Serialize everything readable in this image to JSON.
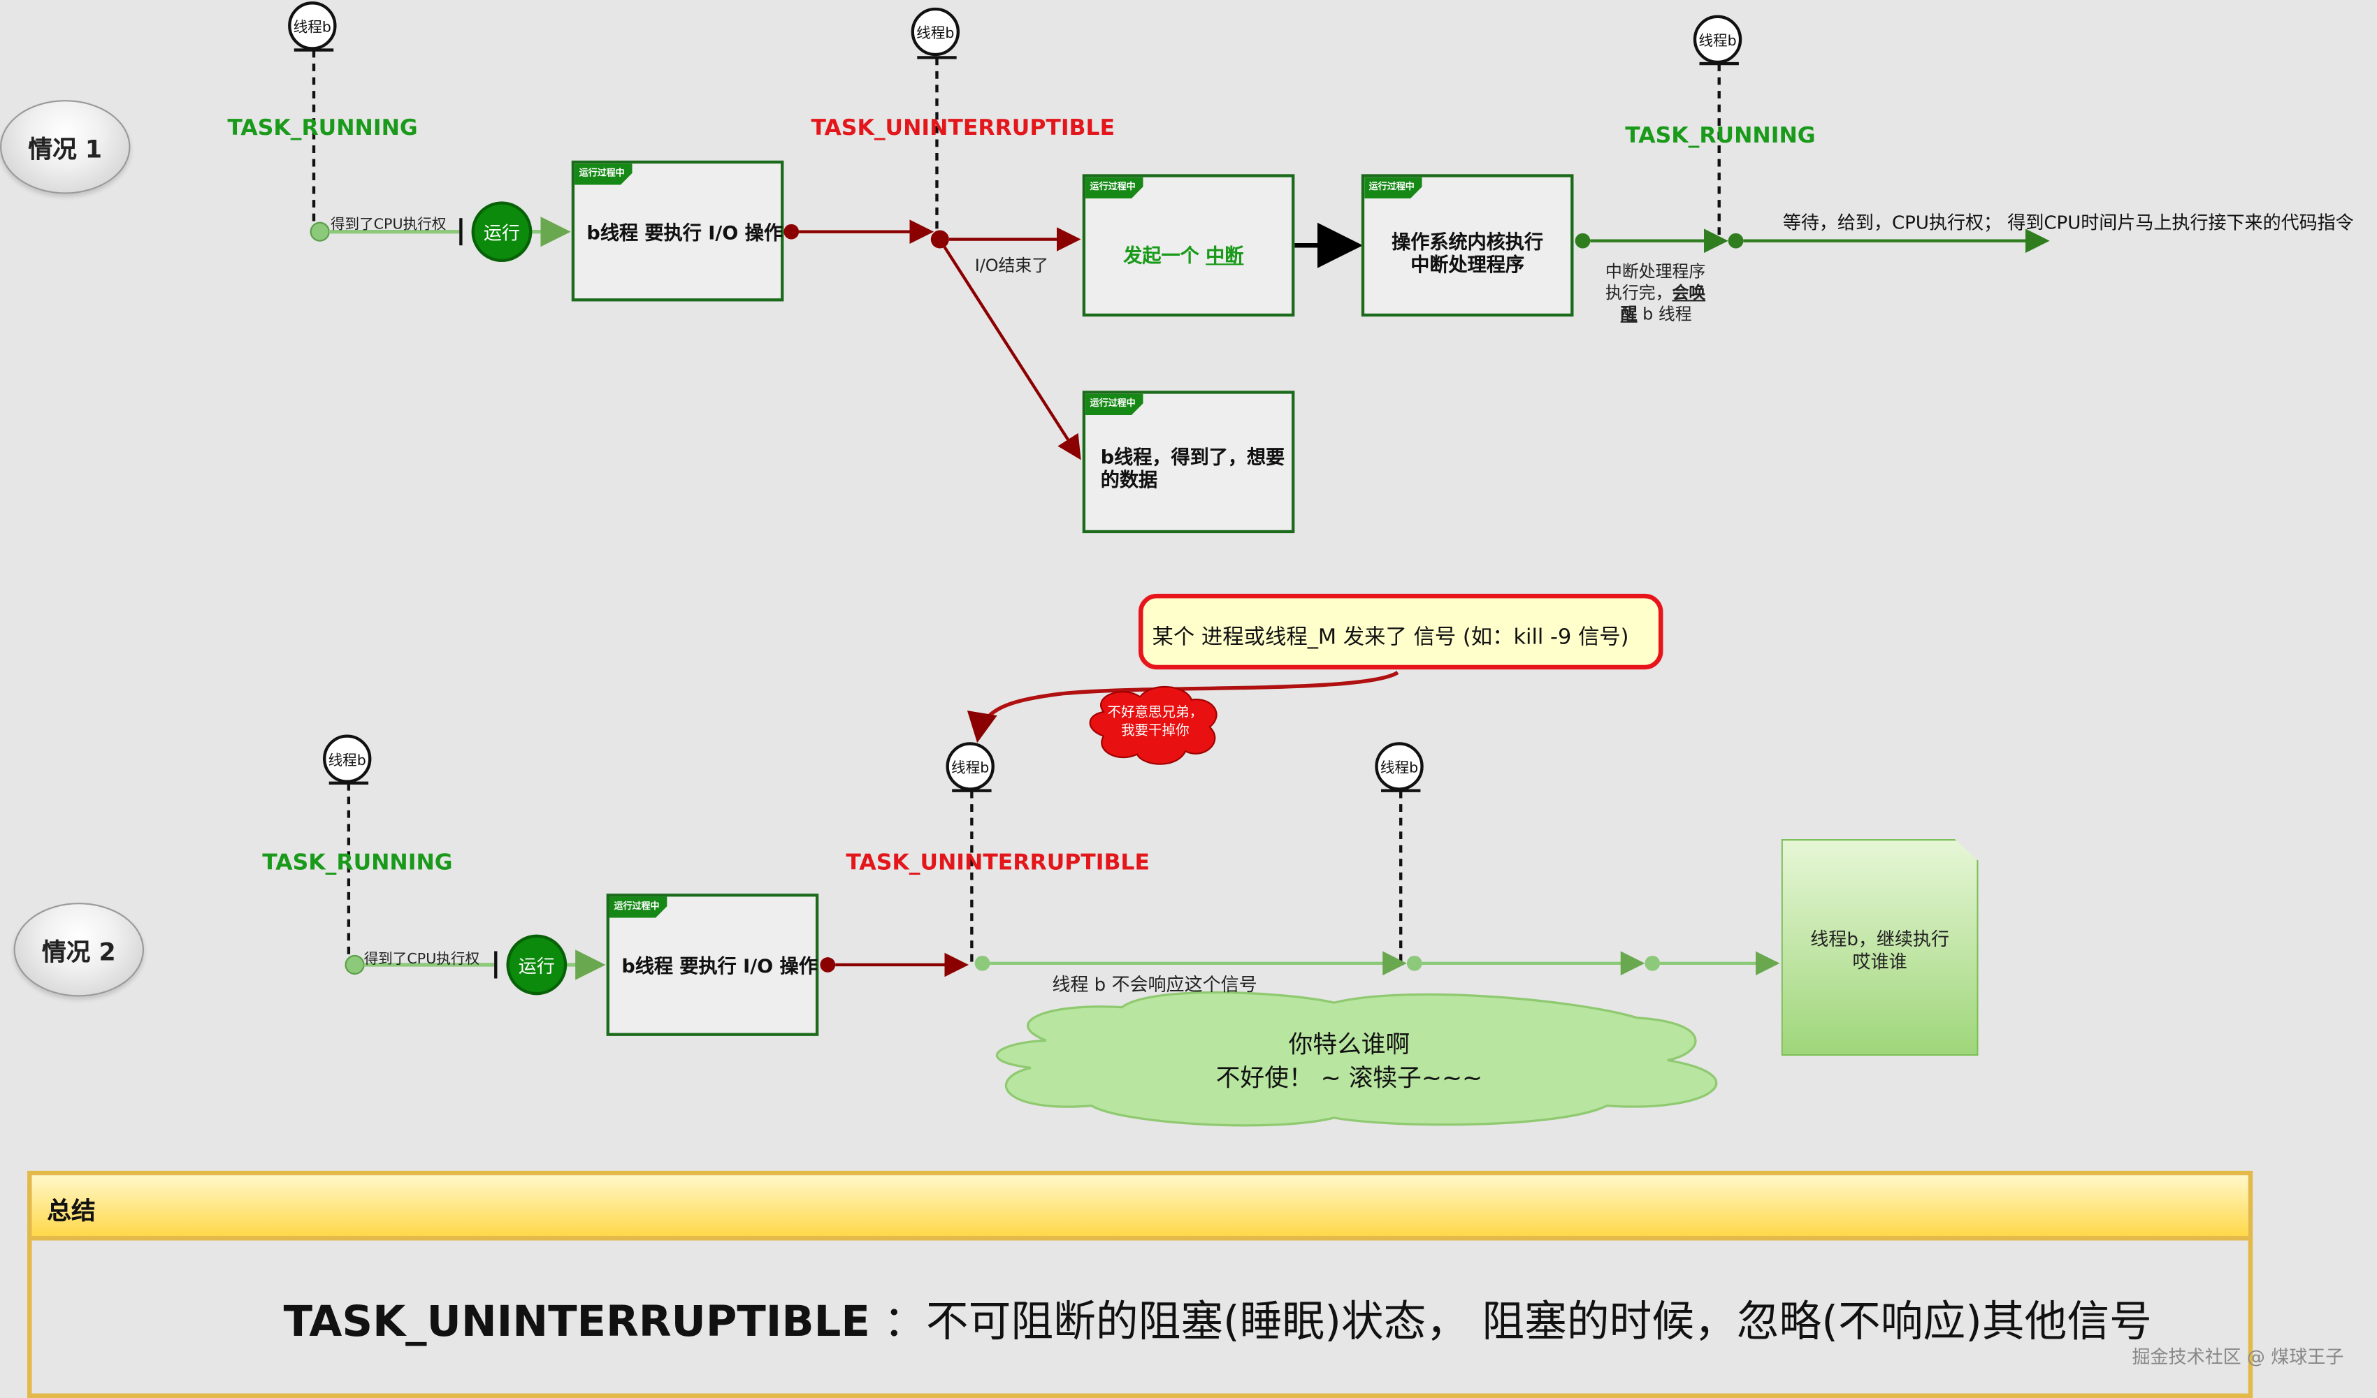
{
  "case1": {
    "label": "情况 1",
    "thread_b": "线程b",
    "state_running": "TASK_RUNNING",
    "state_uninterruptible": "TASK_UNINTERRUPTIBLE",
    "got_cpu": "得到了CPU执行权",
    "run_label": "运行",
    "tag": "运行过程中",
    "box_io": "b线程 要执行 I/O 操作",
    "io_done": "I/O结束了",
    "box_interrupt_prefix": "发起一个 ",
    "box_interrupt_link": "中断",
    "box_kernel_line1": "操作系统内核执行",
    "box_kernel_line2": "中断处理程序",
    "box_data_line1": "b线程，得到了，想要",
    "box_data_line2": "的数据",
    "handler_line1": "中断处理程序",
    "handler_line2_prefix": "执行完，",
    "handler_line2_bold": "会唤",
    "handler_line3_bold": "醒",
    "handler_line3_suffix": " b 线程",
    "wait_text": "等待，给到，CPU执行权； 得到CPU时间片马上执行接下来的代码指令"
  },
  "case2": {
    "label": "情况 2",
    "thread_b": "线程b",
    "state_running": "TASK_RUNNING",
    "state_uninterruptible": "TASK_UNINTERRUPTIBLE",
    "got_cpu": "得到了CPU执行权",
    "run_label": "运行",
    "tag": "运行过程中",
    "box_io": "b线程 要执行 I/O 操作",
    "signal": "某个 进程或线程_M   发来了 信号 (如：kill -9  信号)",
    "explosion_line1": "不好意思兄弟，",
    "explosion_line2": "我要干掉你",
    "no_response": "线程 b 不会响应这个信号",
    "cloud_line1": "你特么谁啊",
    "cloud_line2": "不好使！ ~ 滚犊子~~~",
    "note_line1": "线程b，继续执行",
    "note_line2": "哎谁谁"
  },
  "summary": {
    "title": "总结",
    "term": "TASK_UNINTERRUPTIBLE",
    "desc": " ：不可阻断的阻塞(睡眠)状态，  阻塞的时候，忽略(不响应)其他信号"
  },
  "watermark": "掘金技术社区 @ 煤球王子",
  "colors": {
    "green": "#1a9a1a",
    "red": "#e3161b",
    "darkred": "#8b0000",
    "box_border": "#1c6b1c",
    "summary_border": "#e3b94a"
  }
}
